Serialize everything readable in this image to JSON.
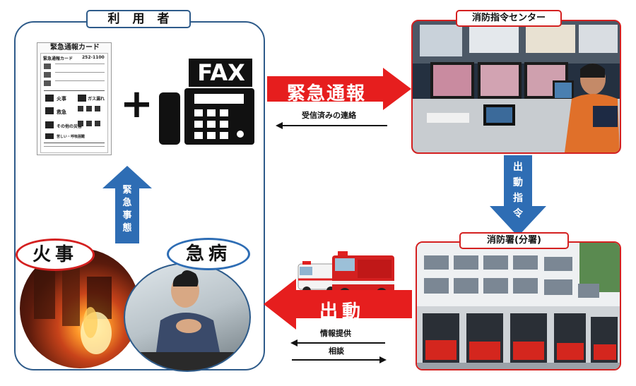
{
  "user": {
    "label": "利用者"
  },
  "card": {
    "title": "緊急通報カード",
    "header": "緊急通報カード",
    "number": "252-1100",
    "items": [
      "火事",
      "ガス漏れ",
      "救急",
      "その他の災害",
      "苦しい・呼吸困難"
    ]
  },
  "fax": {
    "label": "FAX"
  },
  "plus": "+",
  "up_arrow": {
    "text": "緊急事態"
  },
  "fire": {
    "label": "火事"
  },
  "illness": {
    "label": "急病"
  },
  "emergency_report": {
    "label": "緊急通報",
    "sub": "受信済みの連絡"
  },
  "command_center": {
    "label": "消防指令センター"
  },
  "dispatch_order": {
    "text": "出動指令"
  },
  "station": {
    "label": "消防署(分署)"
  },
  "dispatch": {
    "label": "出動",
    "info": "情報提供",
    "consult": "相談"
  },
  "colors": {
    "red": "#d42020",
    "blue": "#2e6db4",
    "dark_blue": "#2e5b8a"
  }
}
